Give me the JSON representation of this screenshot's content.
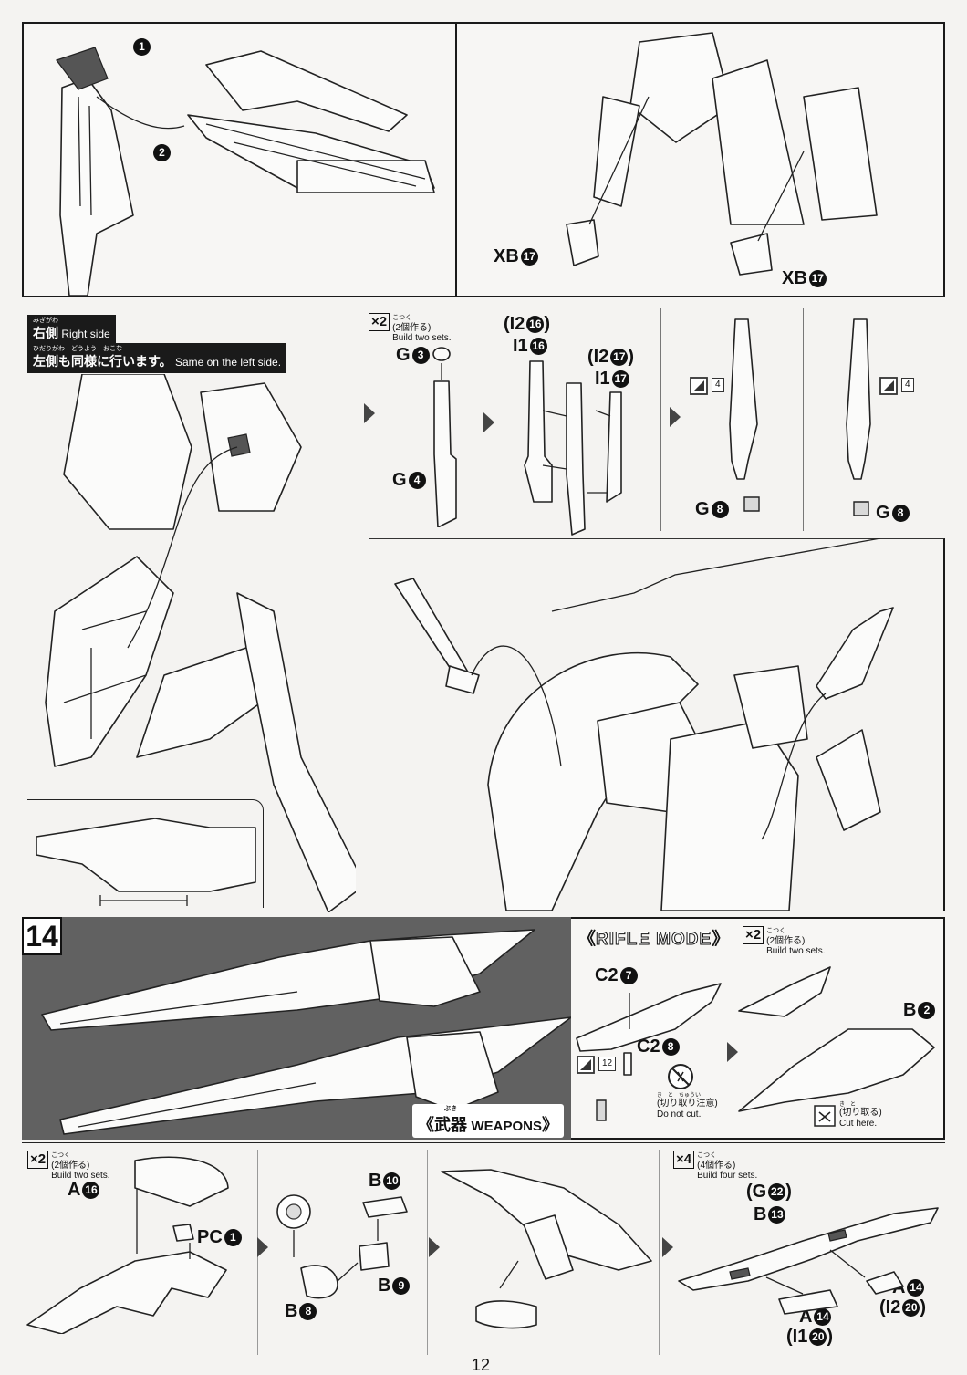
{
  "page_number": "12",
  "top_left": {
    "step1": "1",
    "step2": "2"
  },
  "top_right": {
    "label_left": "XB",
    "num_left": "17",
    "label_right": "XB",
    "num_right": "17"
  },
  "right_side": {
    "ruby": "みぎがわ",
    "jp": "右側",
    "en": "Right side"
  },
  "left_side": {
    "ruby": "ひだりがわ　どうよう　おこな",
    "jp": "左側も同様に行います。",
    "en": "Same on the left side."
  },
  "build_two": {
    "count": "2",
    "ruby": "こつく",
    "jp": "(2個作る)",
    "en": "Build two sets."
  },
  "build_four": {
    "count": "4",
    "ruby": "こつく",
    "jp": "(4個作る)",
    "en": "Build four sets."
  },
  "parts_13": {
    "g3": {
      "label": "G",
      "num": "3"
    },
    "g4": {
      "label": "G",
      "num": "4"
    },
    "i2_16": {
      "open": "(I2",
      "num": "16",
      "close": ")"
    },
    "i1_16": {
      "label": "I1",
      "num": "16"
    },
    "i2_17": {
      "open": "(I2",
      "num": "17",
      "close": ")"
    },
    "i1_17": {
      "label": "I1",
      "num": "17"
    },
    "g8_left": {
      "label": "G",
      "num": "8"
    },
    "g8_right": {
      "label": "G",
      "num": "8"
    },
    "sticker_4": "4"
  },
  "step14": {
    "number": "14",
    "weapons_ruby": "ぶき",
    "weapons_jp": "武器",
    "weapons_en": "WEAPONS",
    "rifle_mode": "RIFLE MODE",
    "c2_7": {
      "label": "C2",
      "num": "7"
    },
    "c2_8": {
      "label": "C2",
      "num": "8"
    },
    "b2": {
      "label": "B",
      "num": "2"
    },
    "sticker_12": "12",
    "do_not_cut_ruby": "き　と　ちゅうい",
    "do_not_cut_jp": "(切り取り注意)",
    "do_not_cut_en": "Do not cut.",
    "cut_here_ruby": "き　と",
    "cut_here_jp": "(切り取る)",
    "cut_here_en": "Cut here."
  },
  "bottom": {
    "a16": {
      "label": "A",
      "num": "16"
    },
    "pc1": {
      "label": "PC",
      "num": "1"
    },
    "b10": {
      "label": "B",
      "num": "10"
    },
    "b9": {
      "label": "B",
      "num": "9"
    },
    "b8": {
      "label": "B",
      "num": "8"
    },
    "g22": {
      "open": "(G",
      "num": "22",
      "close": ")"
    },
    "b13": {
      "label": "B",
      "num": "13"
    },
    "a14_right": {
      "label": "A",
      "num": "14"
    },
    "i2_20": {
      "open": "(I2",
      "num": "20",
      "close": ")"
    },
    "a14_bottom": {
      "label": "A",
      "num": "14"
    },
    "i1_20": {
      "open": "(I1",
      "num": "20",
      "close": ")"
    }
  }
}
